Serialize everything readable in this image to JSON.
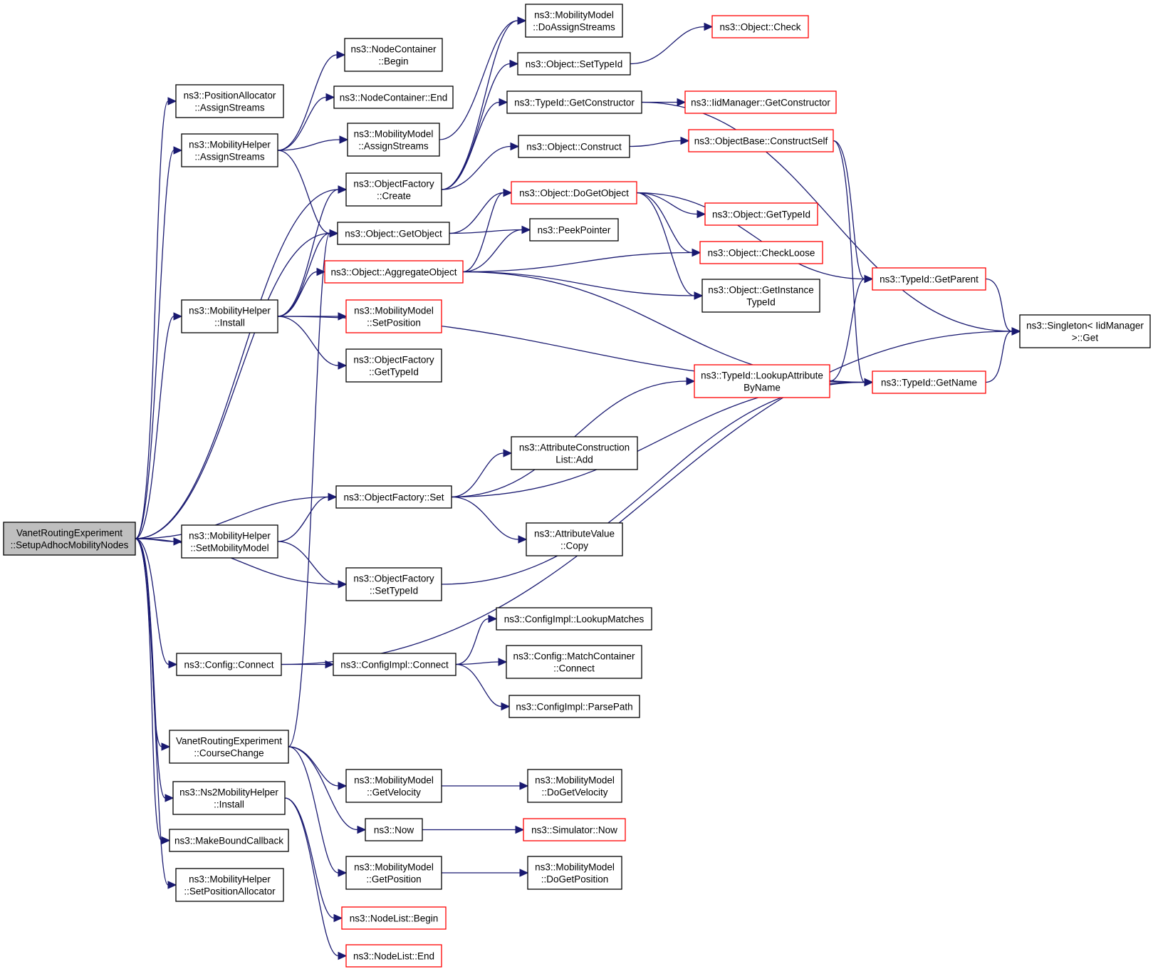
{
  "nodes": {
    "root": {
      "lines": [
        "VanetRoutingExperiment",
        "::SetupAdhocMobilityNodes"
      ],
      "style": "root"
    },
    "posAllocAssign": {
      "lines": [
        "ns3::PositionAllocator",
        "::AssignStreams"
      ],
      "style": "black"
    },
    "mhAssign": {
      "lines": [
        "ns3::MobilityHelper",
        "::AssignStreams"
      ],
      "style": "black"
    },
    "ncBegin": {
      "lines": [
        "ns3::NodeContainer",
        "::Begin"
      ],
      "style": "black"
    },
    "ncEnd": {
      "lines": [
        "ns3::NodeContainer::End"
      ],
      "style": "black"
    },
    "mmAssign": {
      "lines": [
        "ns3::MobilityModel",
        "::AssignStreams"
      ],
      "style": "black"
    },
    "ofCreate": {
      "lines": [
        "ns3::ObjectFactory",
        "::Create"
      ],
      "style": "black"
    },
    "objGetObject": {
      "lines": [
        "ns3::Object::GetObject"
      ],
      "style": "black"
    },
    "objAggregate": {
      "lines": [
        "ns3::Object::AggregateObject"
      ],
      "style": "red"
    },
    "mhInstall": {
      "lines": [
        "ns3::MobilityHelper",
        "::Install"
      ],
      "style": "black"
    },
    "mmSetPosition": {
      "lines": [
        "ns3::MobilityModel",
        "::SetPosition"
      ],
      "style": "red"
    },
    "ofGetTypeId": {
      "lines": [
        "ns3::ObjectFactory",
        "::GetTypeId"
      ],
      "style": "black"
    },
    "ofSet": {
      "lines": [
        "ns3::ObjectFactory::Set"
      ],
      "style": "black"
    },
    "mhSetMobility": {
      "lines": [
        "ns3::MobilityHelper",
        "::SetMobilityModel"
      ],
      "style": "black"
    },
    "ofSetTypeId": {
      "lines": [
        "ns3::ObjectFactory",
        "::SetTypeId"
      ],
      "style": "black"
    },
    "cfgConnect": {
      "lines": [
        "ns3::Config::Connect"
      ],
      "style": "black"
    },
    "cfgImplConnect": {
      "lines": [
        "ns3::ConfigImpl::Connect"
      ],
      "style": "black"
    },
    "vreCourse": {
      "lines": [
        "VanetRoutingExperiment",
        "::CourseChange"
      ],
      "style": "black"
    },
    "ns2Install": {
      "lines": [
        "ns3::Ns2MobilityHelper",
        "::Install"
      ],
      "style": "black"
    },
    "makeBound": {
      "lines": [
        "ns3::MakeBoundCallback"
      ],
      "style": "black"
    },
    "mhSetPosAlloc": {
      "lines": [
        "ns3::MobilityHelper",
        "::SetPositionAllocator"
      ],
      "style": "black"
    },
    "mmDoAssign": {
      "lines": [
        "ns3::MobilityModel",
        "::DoAssignStreams"
      ],
      "style": "black"
    },
    "objSetTypeId": {
      "lines": [
        "ns3::Object::SetTypeId"
      ],
      "style": "black"
    },
    "tidGetCtor": {
      "lines": [
        "ns3::TypeId::GetConstructor"
      ],
      "style": "black"
    },
    "objConstruct": {
      "lines": [
        "ns3::Object::Construct"
      ],
      "style": "black"
    },
    "objDoGetObject": {
      "lines": [
        "ns3::Object::DoGetObject"
      ],
      "style": "red"
    },
    "peekPointer": {
      "lines": [
        "ns3::PeekPointer"
      ],
      "style": "black"
    },
    "attrConstrAdd": {
      "lines": [
        "ns3::AttributeConstruction",
        "List::Add"
      ],
      "style": "black"
    },
    "attrValueCopy": {
      "lines": [
        "ns3::AttributeValue",
        "::Copy"
      ],
      "style": "black"
    },
    "cfgLookupMatches": {
      "lines": [
        "ns3::ConfigImpl::LookupMatches"
      ],
      "style": "black"
    },
    "cfgMatchConnect": {
      "lines": [
        "ns3::Config::MatchContainer",
        "::Connect"
      ],
      "style": "black"
    },
    "cfgParsePath": {
      "lines": [
        "ns3::ConfigImpl::ParsePath"
      ],
      "style": "black"
    },
    "mmGetVelocity": {
      "lines": [
        "ns3::MobilityModel",
        "::GetVelocity"
      ],
      "style": "black"
    },
    "ns3Now": {
      "lines": [
        "ns3::Now"
      ],
      "style": "black"
    },
    "mmGetPosition": {
      "lines": [
        "ns3::MobilityModel",
        "::GetPosition"
      ],
      "style": "black"
    },
    "nlBegin": {
      "lines": [
        "ns3::NodeList::Begin"
      ],
      "style": "red"
    },
    "nlEnd": {
      "lines": [
        "ns3::NodeList::End"
      ],
      "style": "red"
    },
    "mmDoGetVelocity": {
      "lines": [
        "ns3::MobilityModel",
        "::DoGetVelocity"
      ],
      "style": "black"
    },
    "simNow": {
      "lines": [
        "ns3::Simulator::Now"
      ],
      "style": "red"
    },
    "mmDoGetPosition": {
      "lines": [
        "ns3::MobilityModel",
        "::DoGetPosition"
      ],
      "style": "black"
    },
    "objCheck": {
      "lines": [
        "ns3::Object::Check"
      ],
      "style": "red"
    },
    "iidGetCtor": {
      "lines": [
        "ns3::IidManager::GetConstructor"
      ],
      "style": "red"
    },
    "objBaseConstructSelf": {
      "lines": [
        "ns3::ObjectBase::ConstructSelf"
      ],
      "style": "red"
    },
    "objGetTypeId": {
      "lines": [
        "ns3::Object::GetTypeId"
      ],
      "style": "red"
    },
    "objCheckLoose": {
      "lines": [
        "ns3::Object::CheckLoose"
      ],
      "style": "red"
    },
    "objGetInstance": {
      "lines": [
        "ns3::Object::GetInstance",
        "TypeId"
      ],
      "style": "black"
    },
    "tidLookupAttr": {
      "lines": [
        "ns3::TypeId::LookupAttribute",
        "ByName"
      ],
      "style": "red"
    },
    "tidGetParent": {
      "lines": [
        "ns3::TypeId::GetParent"
      ],
      "style": "red"
    },
    "tidGetName": {
      "lines": [
        "ns3::TypeId::GetName"
      ],
      "style": "red"
    },
    "singletonGet": {
      "lines": [
        "ns3::Singleton< IidManager",
        " >::Get"
      ],
      "style": "black"
    }
  },
  "edges": [
    [
      "root",
      "posAllocAssign"
    ],
    [
      "root",
      "mhAssign"
    ],
    [
      "root",
      "ofCreate"
    ],
    [
      "root",
      "objGetObject"
    ],
    [
      "root",
      "mhInstall"
    ],
    [
      "root",
      "ofSet"
    ],
    [
      "root",
      "mhSetMobility"
    ],
    [
      "root",
      "ofSetTypeId"
    ],
    [
      "root",
      "cfgConnect"
    ],
    [
      "root",
      "vreCourse"
    ],
    [
      "root",
      "ns2Install"
    ],
    [
      "root",
      "makeBound"
    ],
    [
      "root",
      "mhSetPosAlloc"
    ],
    [
      "mhAssign",
      "ncBegin"
    ],
    [
      "mhAssign",
      "ncEnd"
    ],
    [
      "mhAssign",
      "mmAssign"
    ],
    [
      "mhAssign",
      "objGetObject"
    ],
    [
      "mmAssign",
      "mmDoAssign"
    ],
    [
      "ofCreate",
      "mmDoAssign"
    ],
    [
      "ofCreate",
      "objSetTypeId"
    ],
    [
      "ofCreate",
      "tidGetCtor"
    ],
    [
      "ofCreate",
      "objConstruct"
    ],
    [
      "objGetObject",
      "objDoGetObject"
    ],
    [
      "objGetObject",
      "peekPointer"
    ],
    [
      "objAggregate",
      "objDoGetObject"
    ],
    [
      "objAggregate",
      "peekPointer"
    ],
    [
      "objAggregate",
      "objCheckLoose"
    ],
    [
      "objAggregate",
      "objGetInstance"
    ],
    [
      "objAggregate",
      "tidGetName"
    ],
    [
      "mhInstall",
      "ofCreate"
    ],
    [
      "mhInstall",
      "objGetObject"
    ],
    [
      "mhInstall",
      "objAggregate"
    ],
    [
      "mhInstall",
      "mmSetPosition"
    ],
    [
      "mhInstall",
      "ofGetTypeId"
    ],
    [
      "mhInstall",
      "tidGetName"
    ],
    [
      "ofSet",
      "tidLookupAttr"
    ],
    [
      "ofSet",
      "attrConstrAdd"
    ],
    [
      "ofSet",
      "tidGetName"
    ],
    [
      "ofSet",
      "attrValueCopy"
    ],
    [
      "mhSetMobility",
      "ofSet"
    ],
    [
      "mhSetMobility",
      "ofSetTypeId"
    ],
    [
      "ofSetTypeId",
      "tidGetName"
    ],
    [
      "cfgConnect",
      "cfgImplConnect"
    ],
    [
      "cfgConnect",
      "singletonGet"
    ],
    [
      "cfgImplConnect",
      "cfgLookupMatches"
    ],
    [
      "cfgImplConnect",
      "cfgMatchConnect"
    ],
    [
      "cfgImplConnect",
      "cfgParsePath"
    ],
    [
      "vreCourse",
      "objGetObject"
    ],
    [
      "vreCourse",
      "mmGetVelocity"
    ],
    [
      "vreCourse",
      "ns3Now"
    ],
    [
      "vreCourse",
      "mmGetPosition"
    ],
    [
      "ns2Install",
      "nlBegin"
    ],
    [
      "ns2Install",
      "nlEnd"
    ],
    [
      "mmGetVelocity",
      "mmDoGetVelocity"
    ],
    [
      "ns3Now",
      "simNow"
    ],
    [
      "mmGetPosition",
      "mmDoGetPosition"
    ],
    [
      "objSetTypeId",
      "objCheck"
    ],
    [
      "tidGetCtor",
      "iidGetCtor"
    ],
    [
      "tidGetCtor",
      "singletonGet"
    ],
    [
      "objConstruct",
      "objBaseConstructSelf"
    ],
    [
      "objBaseConstructSelf",
      "tidGetParent"
    ],
    [
      "objBaseConstructSelf",
      "tidGetName"
    ],
    [
      "objDoGetObject",
      "objGetTypeId"
    ],
    [
      "objDoGetObject",
      "objCheckLoose"
    ],
    [
      "objDoGetObject",
      "objGetInstance"
    ],
    [
      "objDoGetObject",
      "tidGetParent"
    ],
    [
      "tidLookupAttr",
      "tidGetParent"
    ],
    [
      "tidGetParent",
      "singletonGet"
    ],
    [
      "tidGetName",
      "singletonGet"
    ]
  ]
}
